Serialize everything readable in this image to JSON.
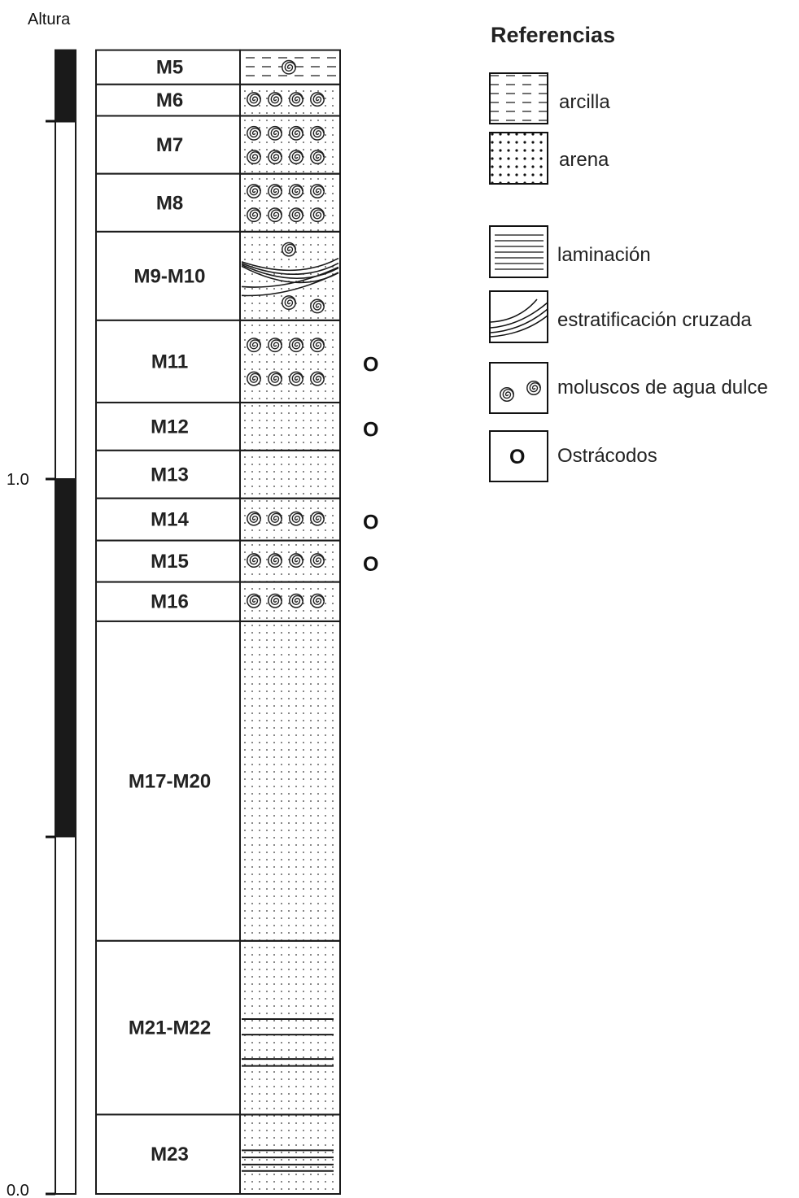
{
  "axis": {
    "title": "Altura",
    "ticks": [
      {
        "label": "1.0",
        "value": 1.0
      },
      {
        "label": "0.0",
        "value": 0.0
      }
    ]
  },
  "polarity_bar": {
    "colors": {
      "dark": "#1a1a1a",
      "light": "#ffffff"
    },
    "segments": [
      {
        "from": 0.0,
        "to": 0.5,
        "shade": "light"
      },
      {
        "from": 0.5,
        "to": 1.0,
        "shade": "dark"
      },
      {
        "from": 1.0,
        "to": 1.5,
        "shade": "light"
      },
      {
        "from": 1.5,
        "to": 1.6,
        "shade": "dark"
      }
    ]
  },
  "column": {
    "layers": [
      {
        "label": "M5",
        "bottom": 1.552,
        "top": 1.6,
        "lithology": "arcilla",
        "molluscs": "single",
        "ostracods": ""
      },
      {
        "label": "M6",
        "bottom": 1.508,
        "top": 1.552,
        "lithology": "arena",
        "molluscs": "one-row",
        "ostracods": ""
      },
      {
        "label": "M7",
        "bottom": 1.427,
        "top": 1.508,
        "lithology": "arena",
        "molluscs": "two-rows",
        "ostracods": ""
      },
      {
        "label": "M8",
        "bottom": 1.346,
        "top": 1.427,
        "lithology": "arena",
        "molluscs": "two-rows",
        "ostracods": ""
      },
      {
        "label": "M9-M10",
        "bottom": 1.222,
        "top": 1.346,
        "lithology": "arena",
        "molluscs": "scattered",
        "structure": "cross",
        "ostracods": ""
      },
      {
        "label": "M11",
        "bottom": 1.107,
        "top": 1.222,
        "lithology": "arena",
        "molluscs": "two-rows",
        "ostracods": "O"
      },
      {
        "label": "M12",
        "bottom": 1.04,
        "top": 1.107,
        "lithology": "arena",
        "molluscs": "none",
        "ostracods": "O"
      },
      {
        "label": "M13",
        "bottom": 0.973,
        "top": 1.04,
        "lithology": "arena",
        "molluscs": "none",
        "ostracods": ""
      },
      {
        "label": "M14",
        "bottom": 0.914,
        "top": 0.973,
        "lithology": "arena",
        "molluscs": "one-row",
        "ostracods": "O"
      },
      {
        "label": "M15",
        "bottom": 0.856,
        "top": 0.914,
        "lithology": "arena",
        "molluscs": "one-row",
        "ostracods": "O"
      },
      {
        "label": "M16",
        "bottom": 0.801,
        "top": 0.856,
        "lithology": "arena",
        "molluscs": "one-row",
        "ostracods": ""
      },
      {
        "label": "M17-M20",
        "bottom": 0.354,
        "top": 0.801,
        "lithology": "arena",
        "molluscs": "none",
        "ostracods": ""
      },
      {
        "label": "M21-M22",
        "bottom": 0.111,
        "top": 0.354,
        "lithology": "arena",
        "molluscs": "none",
        "structure": "lamination",
        "ostracods": ""
      },
      {
        "label": "M23",
        "bottom": 0.0,
        "top": 0.111,
        "lithology": "arena",
        "molluscs": "none",
        "structure": "lamination",
        "ostracods": ""
      }
    ]
  },
  "legend": {
    "title": "Referencias",
    "items": [
      {
        "symbol": "clay",
        "label": "arcilla"
      },
      {
        "symbol": "sand",
        "label": "arena"
      },
      {
        "symbol": "lamination",
        "label": "laminación"
      },
      {
        "symbol": "cross",
        "label": "estratificación cruzada"
      },
      {
        "symbol": "molluscs",
        "label": "moluscos de agua dulce"
      },
      {
        "symbol": "ostracod",
        "label": "Ostrácodos",
        "glyph": "O"
      }
    ]
  },
  "colors": {
    "ink": "#1a1a1a",
    "paper": "#ffffff"
  }
}
